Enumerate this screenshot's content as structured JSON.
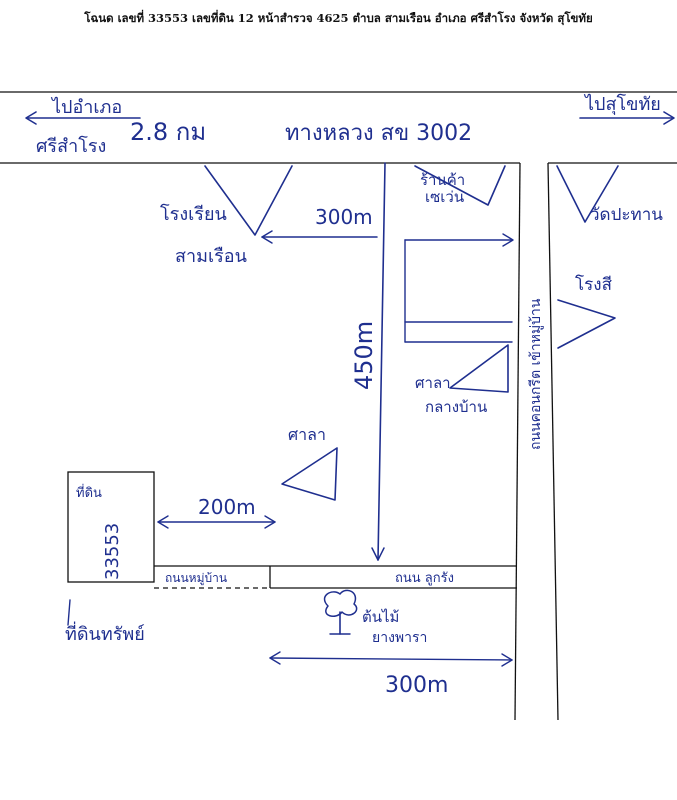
{
  "header": {
    "title": "โฉนด เลขที่ 33553 เลขที่ดิน 12 หน้าสำรวจ 4625 ตำบล สามเรือน อำเภอ ศรีสำโรง จังหวัด สุโขทัย"
  },
  "highway": {
    "left_destination_line1": "ไปอำเภอ",
    "left_destination_line2": "ศรีสำโรง",
    "distance": "2.8 กม",
    "road_name": "ทางหลวง สข 3002",
    "right_destination": "ไปสุโขทัย"
  },
  "landmarks": {
    "school_line1": "โรงเรียน",
    "school_line2": "สามเรือน",
    "shop_line1": "ร้านค้า",
    "shop_line2": "เซเว่น",
    "temple_right": "วัดปะทาน",
    "rice_mill": "โรงสี",
    "market_line1": "ศาลา",
    "market_line2": "กลางบ้าน",
    "tree_hall": "ศาลา",
    "property_box_line1": "ที่ดิน",
    "property_box_line2": "33553",
    "property_owner": "ที่ดินทรัพย์",
    "village_road": "ถนนหมู่บ้าน",
    "side_road": "ถนน ลูกรัง",
    "rubber_tree_line1": "ต้นไม้",
    "rubber_tree_line2": "ยางพารา",
    "concrete_road": "ถนนคอนกรีต เข้าหมู่บ้าน"
  },
  "distances": {
    "d1": "300m",
    "d2": "450m",
    "d3": "200m",
    "d4": "300m"
  }
}
